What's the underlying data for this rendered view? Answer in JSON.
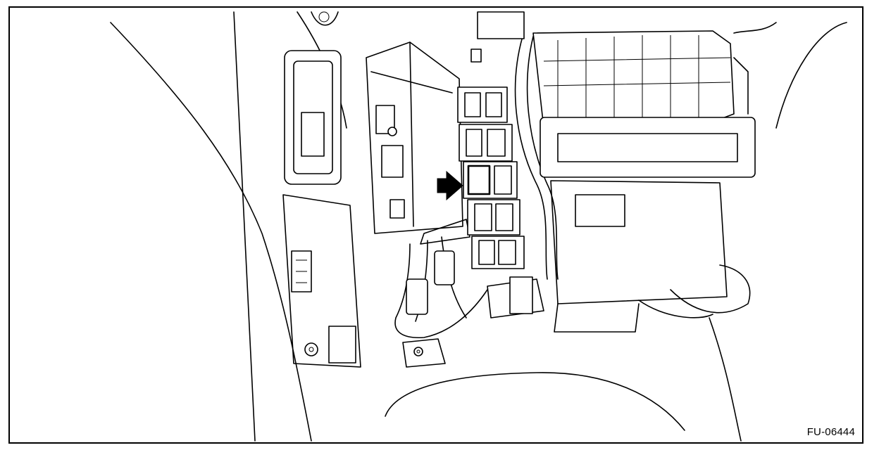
{
  "figure": {
    "id_label": "FU-06444",
    "line_color": "#000000",
    "background_color": "#ffffff"
  },
  "callouts": [
    {
      "name": "arrow",
      "icon": "right-arrow-icon",
      "points_to": "relay"
    }
  ]
}
